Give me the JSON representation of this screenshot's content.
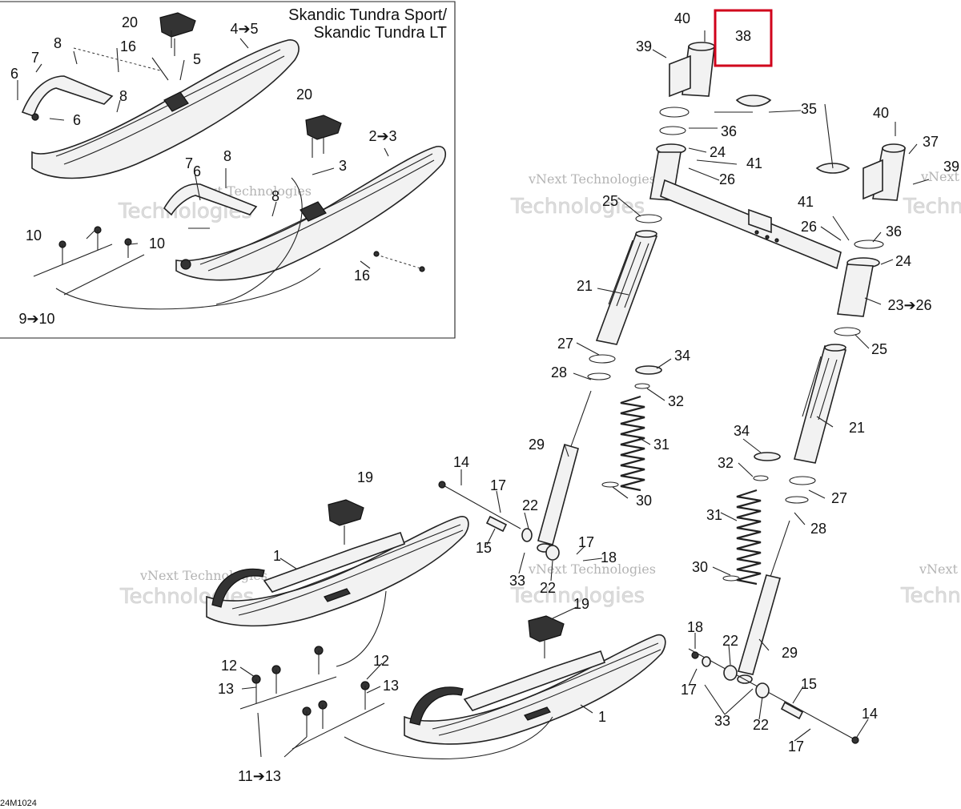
{
  "title_lines": [
    "Skandic Tundra Sport/",
    "Skandic Tundra LT"
  ],
  "highlight_color": "#d0021b",
  "watermark": {
    "line1": "vNext Technologies",
    "line2": "Technologies"
  },
  "drawing_code": "24M1024",
  "callouts": [
    {
      "id": "c20a",
      "text": "20"
    },
    {
      "id": "c4to5",
      "text": "4➔5"
    },
    {
      "id": "c8a",
      "text": "8"
    },
    {
      "id": "c16a",
      "text": "16"
    },
    {
      "id": "c7a",
      "text": "7"
    },
    {
      "id": "c5a",
      "text": "5"
    },
    {
      "id": "c6a",
      "text": "6"
    },
    {
      "id": "c8b",
      "text": "8"
    },
    {
      "id": "c6b",
      "text": "6"
    },
    {
      "id": "c20b",
      "text": "20"
    },
    {
      "id": "c2to3",
      "text": "2➔3"
    },
    {
      "id": "c7b",
      "text": "7"
    },
    {
      "id": "c8c",
      "text": "8"
    },
    {
      "id": "c3a",
      "text": "3"
    },
    {
      "id": "c8d",
      "text": "8"
    },
    {
      "id": "c6c",
      "text": "6"
    },
    {
      "id": "c10a",
      "text": "10"
    },
    {
      "id": "c10b",
      "text": "10"
    },
    {
      "id": "c16b",
      "text": "16"
    },
    {
      "id": "c9to10",
      "text": "9➔10"
    },
    {
      "id": "c40a",
      "text": "40"
    },
    {
      "id": "c38",
      "text": "38"
    },
    {
      "id": "c39a",
      "text": "39"
    },
    {
      "id": "c35",
      "text": "35"
    },
    {
      "id": "c36a",
      "text": "36"
    },
    {
      "id": "c40b",
      "text": "40"
    },
    {
      "id": "c37",
      "text": "37"
    },
    {
      "id": "c39b",
      "text": "39"
    },
    {
      "id": "c24a",
      "text": "24"
    },
    {
      "id": "c41a",
      "text": "41"
    },
    {
      "id": "c26a",
      "text": "26"
    },
    {
      "id": "c25a",
      "text": "25"
    },
    {
      "id": "c41b",
      "text": "41"
    },
    {
      "id": "c26b",
      "text": "26"
    },
    {
      "id": "c36b",
      "text": "36"
    },
    {
      "id": "c24b",
      "text": "24"
    },
    {
      "id": "c21a",
      "text": "21"
    },
    {
      "id": "c23to26",
      "text": "23➔26"
    },
    {
      "id": "c25b",
      "text": "25"
    },
    {
      "id": "c27a",
      "text": "27"
    },
    {
      "id": "c34a",
      "text": "34"
    },
    {
      "id": "c28a",
      "text": "28"
    },
    {
      "id": "c32a",
      "text": "32"
    },
    {
      "id": "c21b",
      "text": "21"
    },
    {
      "id": "c29a",
      "text": "29"
    },
    {
      "id": "c31a",
      "text": "31"
    },
    {
      "id": "c34b",
      "text": "34"
    },
    {
      "id": "c14a",
      "text": "14"
    },
    {
      "id": "c17a",
      "text": "17"
    },
    {
      "id": "c32b",
      "text": "32"
    },
    {
      "id": "c19a",
      "text": "19"
    },
    {
      "id": "c30a",
      "text": "30"
    },
    {
      "id": "c22a",
      "text": "22"
    },
    {
      "id": "c27b",
      "text": "27"
    },
    {
      "id": "c15a",
      "text": "15"
    },
    {
      "id": "c31b",
      "text": "31"
    },
    {
      "id": "c28b",
      "text": "28"
    },
    {
      "id": "c1a",
      "text": "1"
    },
    {
      "id": "c17b",
      "text": "17"
    },
    {
      "id": "c18a",
      "text": "18"
    },
    {
      "id": "c33a",
      "text": "33"
    },
    {
      "id": "c22b",
      "text": "22"
    },
    {
      "id": "c30b",
      "text": "30"
    },
    {
      "id": "c19b",
      "text": "19"
    },
    {
      "id": "c18b",
      "text": "18"
    },
    {
      "id": "c22c",
      "text": "22"
    },
    {
      "id": "c29b",
      "text": "29"
    },
    {
      "id": "c12a",
      "text": "12"
    },
    {
      "id": "c12b",
      "text": "12"
    },
    {
      "id": "c13a",
      "text": "13"
    },
    {
      "id": "c13b",
      "text": "13"
    },
    {
      "id": "c17c",
      "text": "17"
    },
    {
      "id": "c15b",
      "text": "15"
    },
    {
      "id": "c1b",
      "text": "1"
    },
    {
      "id": "c33b",
      "text": "33"
    },
    {
      "id": "c22d",
      "text": "22"
    },
    {
      "id": "c14b",
      "text": "14"
    },
    {
      "id": "c17d",
      "text": "17"
    },
    {
      "id": "c11to13",
      "text": "11➔13"
    }
  ]
}
